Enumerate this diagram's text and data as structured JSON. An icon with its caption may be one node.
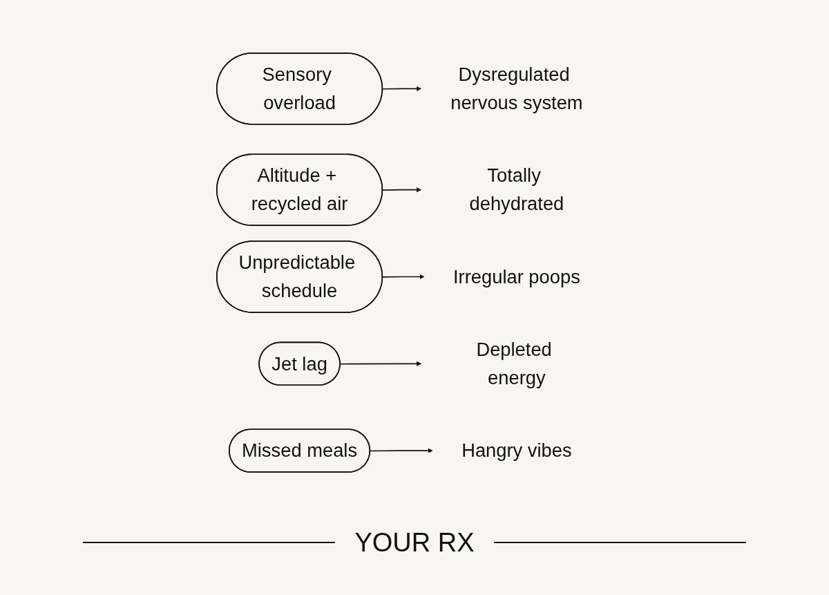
{
  "diagram": {
    "nodes": [
      {
        "text": [
          "Sensory overload"
        ]
      },
      {
        "text": [
          "Altitude + recycled air"
        ]
      },
      {
        "text": [
          "Unpredictable schedule"
        ]
      },
      {
        "text": [
          "Jet lag"
        ]
      },
      {
        "text": [
          "Missed meals"
        ]
      },
      {
        "text": [
          "Dysregulated nervous system"
        ]
      },
      {
        "text": [
          "Totally dehydrated"
        ]
      },
      {
        "text": [
          "Irregular poops"
        ]
      },
      {
        "text": [
          "Depleted energy"
        ]
      },
      {
        "text": [
          "Hangry vibes"
        ]
      }
    ],
    "edges": [
      {
        "from": 0,
        "to": 5,
        "arrow": "to"
      },
      {
        "from": 1,
        "to": 6,
        "arrow": "to"
      },
      {
        "from": 2,
        "to": 7,
        "arrow": "to"
      },
      {
        "from": 3,
        "to": 8,
        "arrow": "to"
      },
      {
        "from": 4,
        "to": 9,
        "arrow": "to"
      }
    ],
    "caption": "YOUR RX"
  }
}
